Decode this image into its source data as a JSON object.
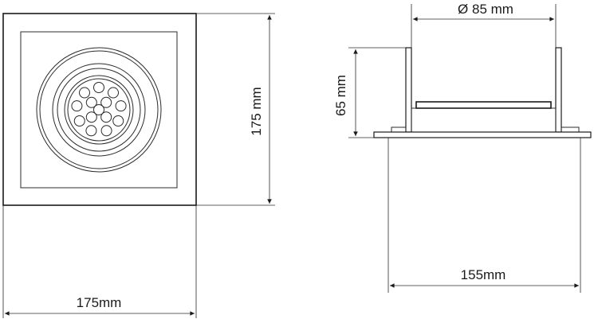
{
  "front_view": {
    "width_label": "175mm",
    "height_label": "175 mm"
  },
  "side_view": {
    "diameter_label": "Ø 85 mm",
    "height_label": "65 mm",
    "width_label": "155mm"
  },
  "colors": {
    "line": "#1a1a1a",
    "background": "#ffffff"
  }
}
